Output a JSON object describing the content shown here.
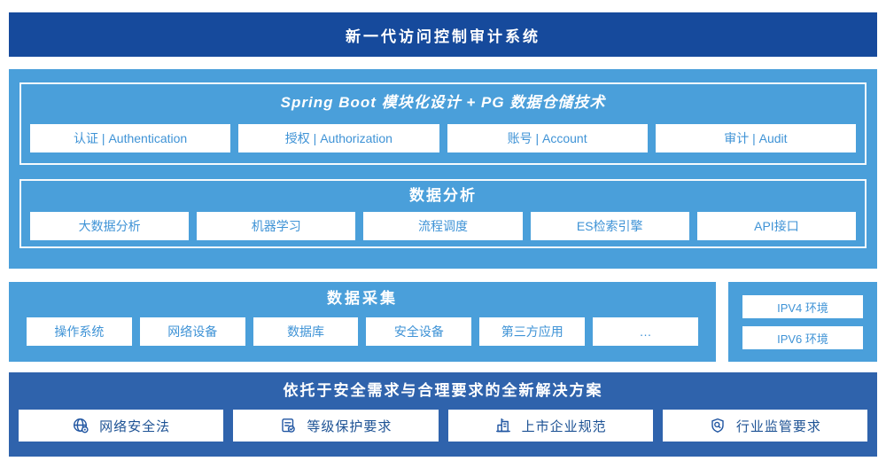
{
  "banner": {
    "title": "新一代访问控制审计系统"
  },
  "platform": {
    "spring": {
      "title": "Spring Boot 模块化设计 + PG 数据仓储技术",
      "modules": [
        "认证 | Authentication",
        "授权 | Authorization",
        "账号 | Account",
        "审计 | Audit"
      ]
    },
    "analysis": {
      "title": "数据分析",
      "modules": [
        "大数据分析",
        "机器学习",
        "流程调度",
        "ES检索引擎",
        "API接口"
      ]
    }
  },
  "collection": {
    "title": "数据采集",
    "modules": [
      "操作系统",
      "网络设备",
      "数据库",
      "安全设备",
      "第三方应用",
      "…"
    ]
  },
  "network": {
    "modules": [
      "IPV4 环境",
      "IPV6 环境"
    ]
  },
  "solution": {
    "title": "依托于安全需求与合理要求的全新解决方案",
    "modules": [
      {
        "icon": "globe-location-icon",
        "label": "网络安全法"
      },
      {
        "icon": "checklist-check-icon",
        "label": "等级保护要求"
      },
      {
        "icon": "building-icon",
        "label": "上市企业规范"
      },
      {
        "icon": "shield-search-icon",
        "label": "行业监管要求"
      }
    ]
  },
  "colors": {
    "banner_bg": "#164a9c",
    "panel_bg": "#4a9fda",
    "solution_bg": "#2f63ac",
    "panel_box_text": "#3f93d6",
    "solution_box_text": "#1d5294",
    "title_text": "#ffffff"
  }
}
